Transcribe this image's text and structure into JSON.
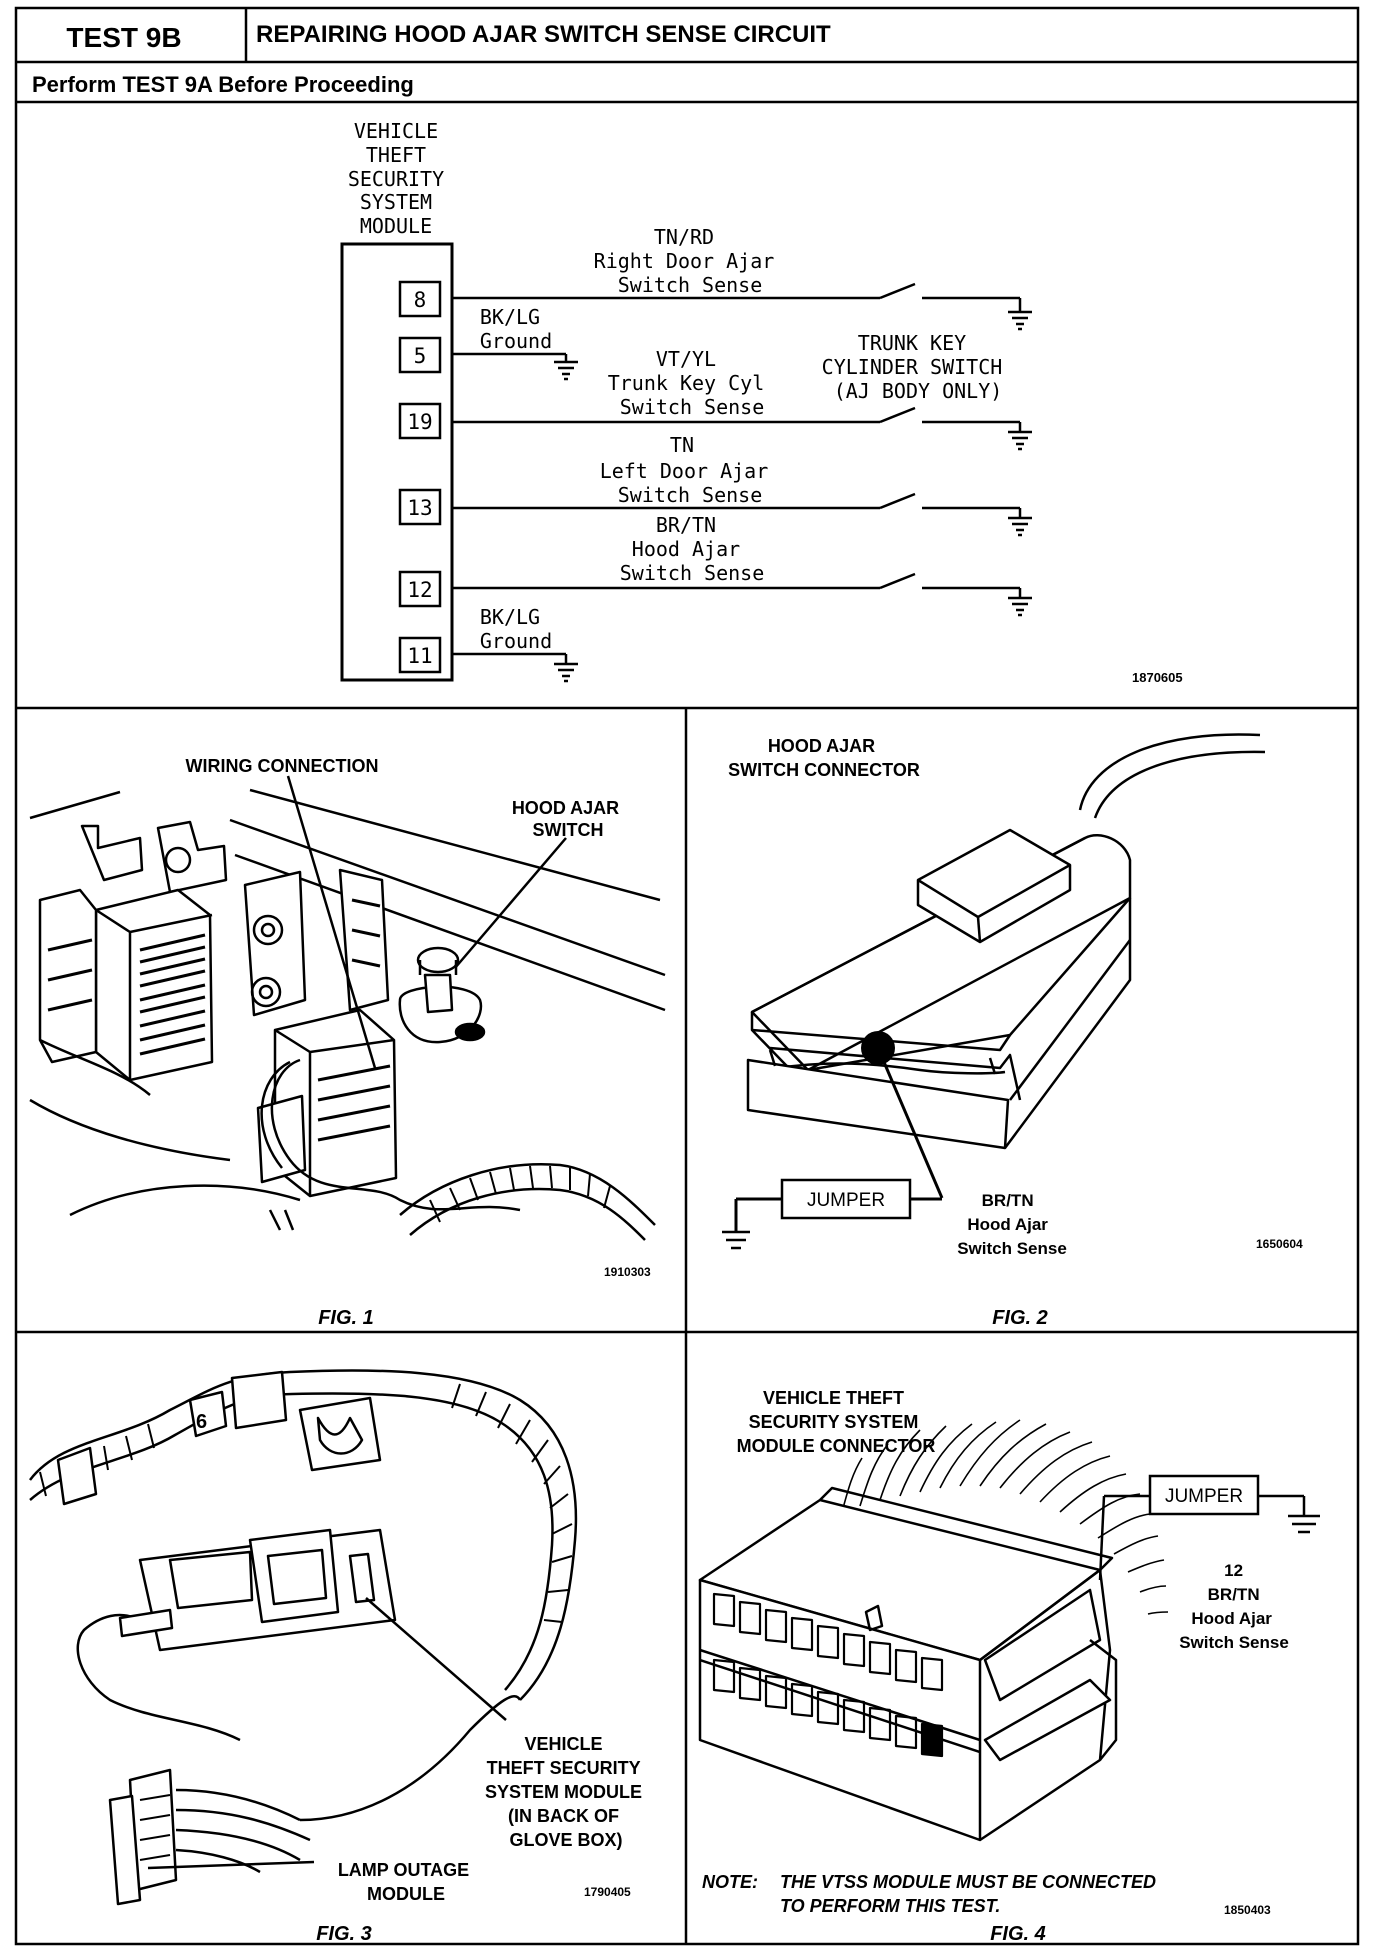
{
  "header": {
    "test_id": "TEST 9B",
    "title": "REPAIRING HOOD AJAR SWITCH SENSE CIRCUIT",
    "subtitle": "Perform TEST 9A Before Proceeding"
  },
  "schematic": {
    "module_label": [
      "VEHICLE",
      "THEFT",
      "SECURITY",
      "SYSTEM",
      "MODULE"
    ],
    "pins": [
      "8",
      "5",
      "19",
      "13",
      "12",
      "11"
    ],
    "circuits": {
      "right_door": [
        "TN/RD",
        "Right Door Ajar",
        "Switch Sense"
      ],
      "ground_top": [
        "BK/LG",
        "Ground"
      ],
      "trunk": [
        "VT/YL",
        "Trunk Key Cyl",
        "Switch Sense"
      ],
      "trunk_switch": [
        "TRUNK KEY",
        "CYLINDER SWITCH",
        "(AJ BODY ONLY)"
      ],
      "left_door": [
        "TN",
        "Left Door Ajar",
        "Switch Sense"
      ],
      "hood": [
        "BR/TN",
        "Hood Ajar",
        "Switch Sense"
      ],
      "ground_bottom": [
        "BK/LG",
        "Ground"
      ]
    },
    "ref": "1870605"
  },
  "fig1": {
    "caption": "FIG. 1",
    "label_wiring": "WIRING CONNECTION",
    "label_switch": [
      "HOOD AJAR",
      "SWITCH"
    ],
    "ref": "1910303"
  },
  "fig2": {
    "caption": "FIG. 2",
    "label_connector": [
      "HOOD AJAR",
      "SWITCH CONNECTOR"
    ],
    "jumper": "JUMPER",
    "wire": [
      "BR/TN",
      "Hood Ajar",
      "Switch Sense"
    ],
    "ref": "1650604"
  },
  "fig3": {
    "caption": "FIG. 3",
    "label_module": [
      "VEHICLE",
      "THEFT SECURITY",
      "SYSTEM MODULE",
      "(IN BACK OF",
      "GLOVE BOX)"
    ],
    "label_lamp": [
      "LAMP OUTAGE",
      "MODULE"
    ],
    "ref": "1790405"
  },
  "fig4": {
    "caption": "FIG. 4",
    "label_connector": [
      "VEHICLE THEFT",
      "SECURITY SYSTEM",
      "MODULE CONNECTOR"
    ],
    "jumper": "JUMPER",
    "wire": [
      "12",
      "BR/TN",
      "Hood Ajar",
      "Switch Sense"
    ],
    "note_label": "NOTE:",
    "note": [
      "THE VTSS MODULE MUST BE CONNECTED",
      "TO PERFORM THIS TEST."
    ],
    "ref": "1850403"
  }
}
